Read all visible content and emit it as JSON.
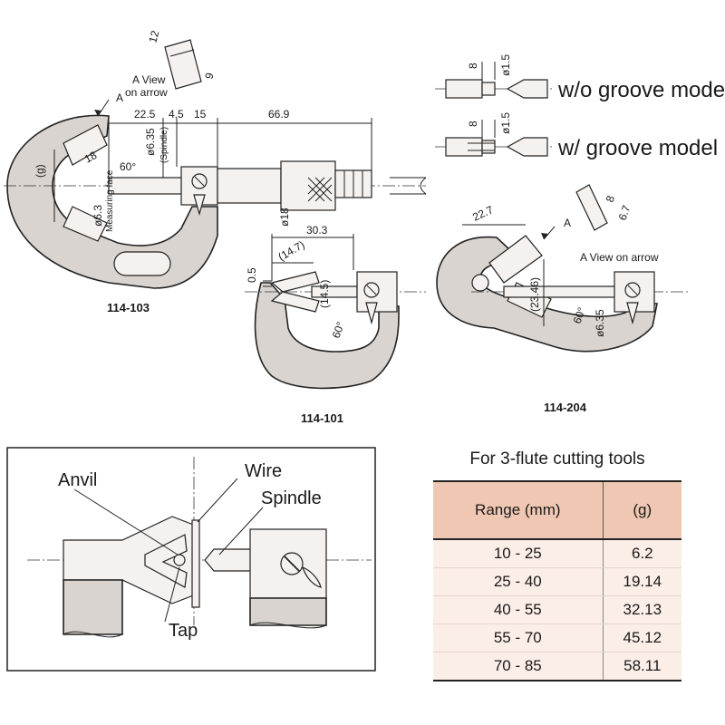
{
  "figure": {
    "m103": {
      "model": "114-103",
      "view_label_1": "A View",
      "view_label_2": "on arrow",
      "arrow_letter": "A",
      "dims": {
        "d12": "12",
        "d9": "9",
        "d22_5": "22.5",
        "d4_5": "4.5",
        "d15": "15",
        "d66_9": "66.9",
        "d18": "18",
        "d6_35": "ø6.35",
        "spindle": "(Spindle)",
        "g": "(g)",
        "angle": "60°",
        "d6_3": "ø6.3",
        "measuring_face": "Measuring face",
        "dia18": "ø18"
      }
    },
    "groove": {
      "wo_label": "w/o groove model",
      "w_label": "w/ groove model",
      "d8": "8",
      "d1_5": "ø1.5"
    },
    "m101": {
      "model": "114-101",
      "dims": {
        "d30_3": "30.3",
        "d14_7": "(14.7)",
        "d0_5": "0.5",
        "d14_5": "(14.5)",
        "angle": "60°"
      }
    },
    "m204": {
      "model": "114-204",
      "view_label": "A View on arrow",
      "arrow_letter": "A",
      "dims": {
        "d22_7": "22.7",
        "d8": "8",
        "d6_7": "6.7",
        "d23_46": "(23.46)",
        "angle": "60°",
        "d6_35": "ø6.35"
      }
    },
    "detail": {
      "anvil": "Anvil",
      "wire": "Wire",
      "spindle": "Spindle",
      "tap": "Tap"
    }
  },
  "table": {
    "title": "For 3-flute cutting tools",
    "headers": [
      "Range (mm)",
      "(g)"
    ],
    "rows": [
      [
        "10 - 25",
        "6.2"
      ],
      [
        "25 - 40",
        "19.14"
      ],
      [
        "40 - 55",
        "32.13"
      ],
      [
        "55 - 70",
        "45.12"
      ],
      [
        "70 - 85",
        "58.11"
      ]
    ]
  }
}
